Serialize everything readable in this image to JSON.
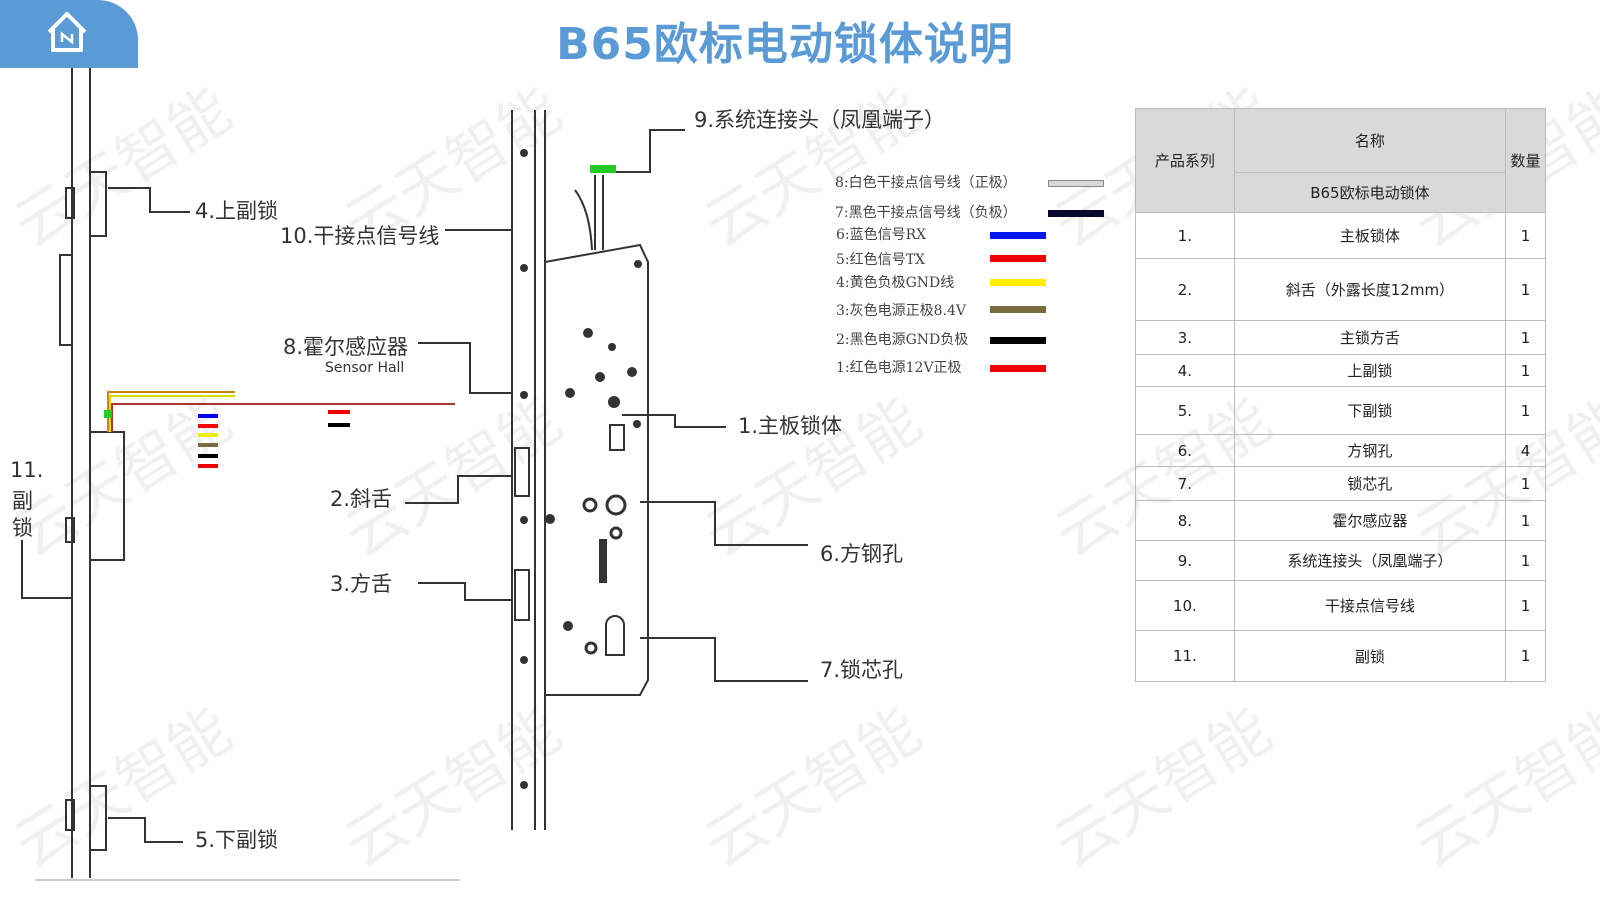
{
  "title": "B65欧标电动锁体说明",
  "watermark": "云天智能",
  "labels": {
    "upper_sub_lock": "4.上副锁",
    "dry_contact_wire": "10.干接点信号线",
    "hall_sensor": "8.霍尔感应器",
    "hall_sensor_en": "Sensor Hall",
    "latch": "2.斜舌",
    "deadbolt": "3.方舌",
    "lower_sub_lock": "5.下副锁",
    "sub_lock_1": "11.",
    "sub_lock_2": "副",
    "sub_lock_3": "锁",
    "connector": "9.系统连接头（凤凰端子）",
    "main_lock": "1.主板锁体",
    "spindle_hole": "6.方钢孔",
    "cylinder_hole": "7.锁芯孔"
  },
  "wire_legend": [
    {
      "text": "8:白色干接点信号线（正极）",
      "color": "#d8d8d8"
    },
    {
      "text": "7:黑色干接点信号线（负极）",
      "color": "#0a0a30"
    },
    {
      "text": "6:蓝色信号RX",
      "color": "#0018f0"
    },
    {
      "text": "5:红色信号TX",
      "color": "#f00000"
    },
    {
      "text": "4:黄色负极GND线",
      "color": "#ffee00"
    },
    {
      "text": "3:灰色电源正极8.4V",
      "color": "#7a6a40"
    },
    {
      "text": "2:黑色电源GND负极",
      "color": "#000000"
    },
    {
      "text": "1:红色电源12V正极",
      "color": "#ee0000"
    }
  ],
  "table": {
    "col_series": "产品系列",
    "col_name": "名称",
    "col_qty": "数量",
    "series_value": "B65欧标电动锁体",
    "rows": [
      {
        "no": "1.",
        "name": "主板锁体",
        "qty": "1"
      },
      {
        "no": "2.",
        "name": "斜舌（外露长度12mm）",
        "qty": "1"
      },
      {
        "no": "3.",
        "name": "主锁方舌",
        "qty": "1"
      },
      {
        "no": "4.",
        "name": "上副锁",
        "qty": "1"
      },
      {
        "no": "5.",
        "name": "下副锁",
        "qty": "1"
      },
      {
        "no": "6.",
        "name": "方钢孔",
        "qty": "4"
      },
      {
        "no": "7.",
        "name": "锁芯孔",
        "qty": "1"
      },
      {
        "no": "8.",
        "name": "霍尔感应器",
        "qty": "1"
      },
      {
        "no": "9.",
        "name": "系统连接头（凤凰端子）",
        "qty": "1"
      },
      {
        "no": "10.",
        "name": "干接点信号线",
        "qty": "1"
      },
      {
        "no": "11.",
        "name": "副锁",
        "qty": "1"
      }
    ]
  }
}
